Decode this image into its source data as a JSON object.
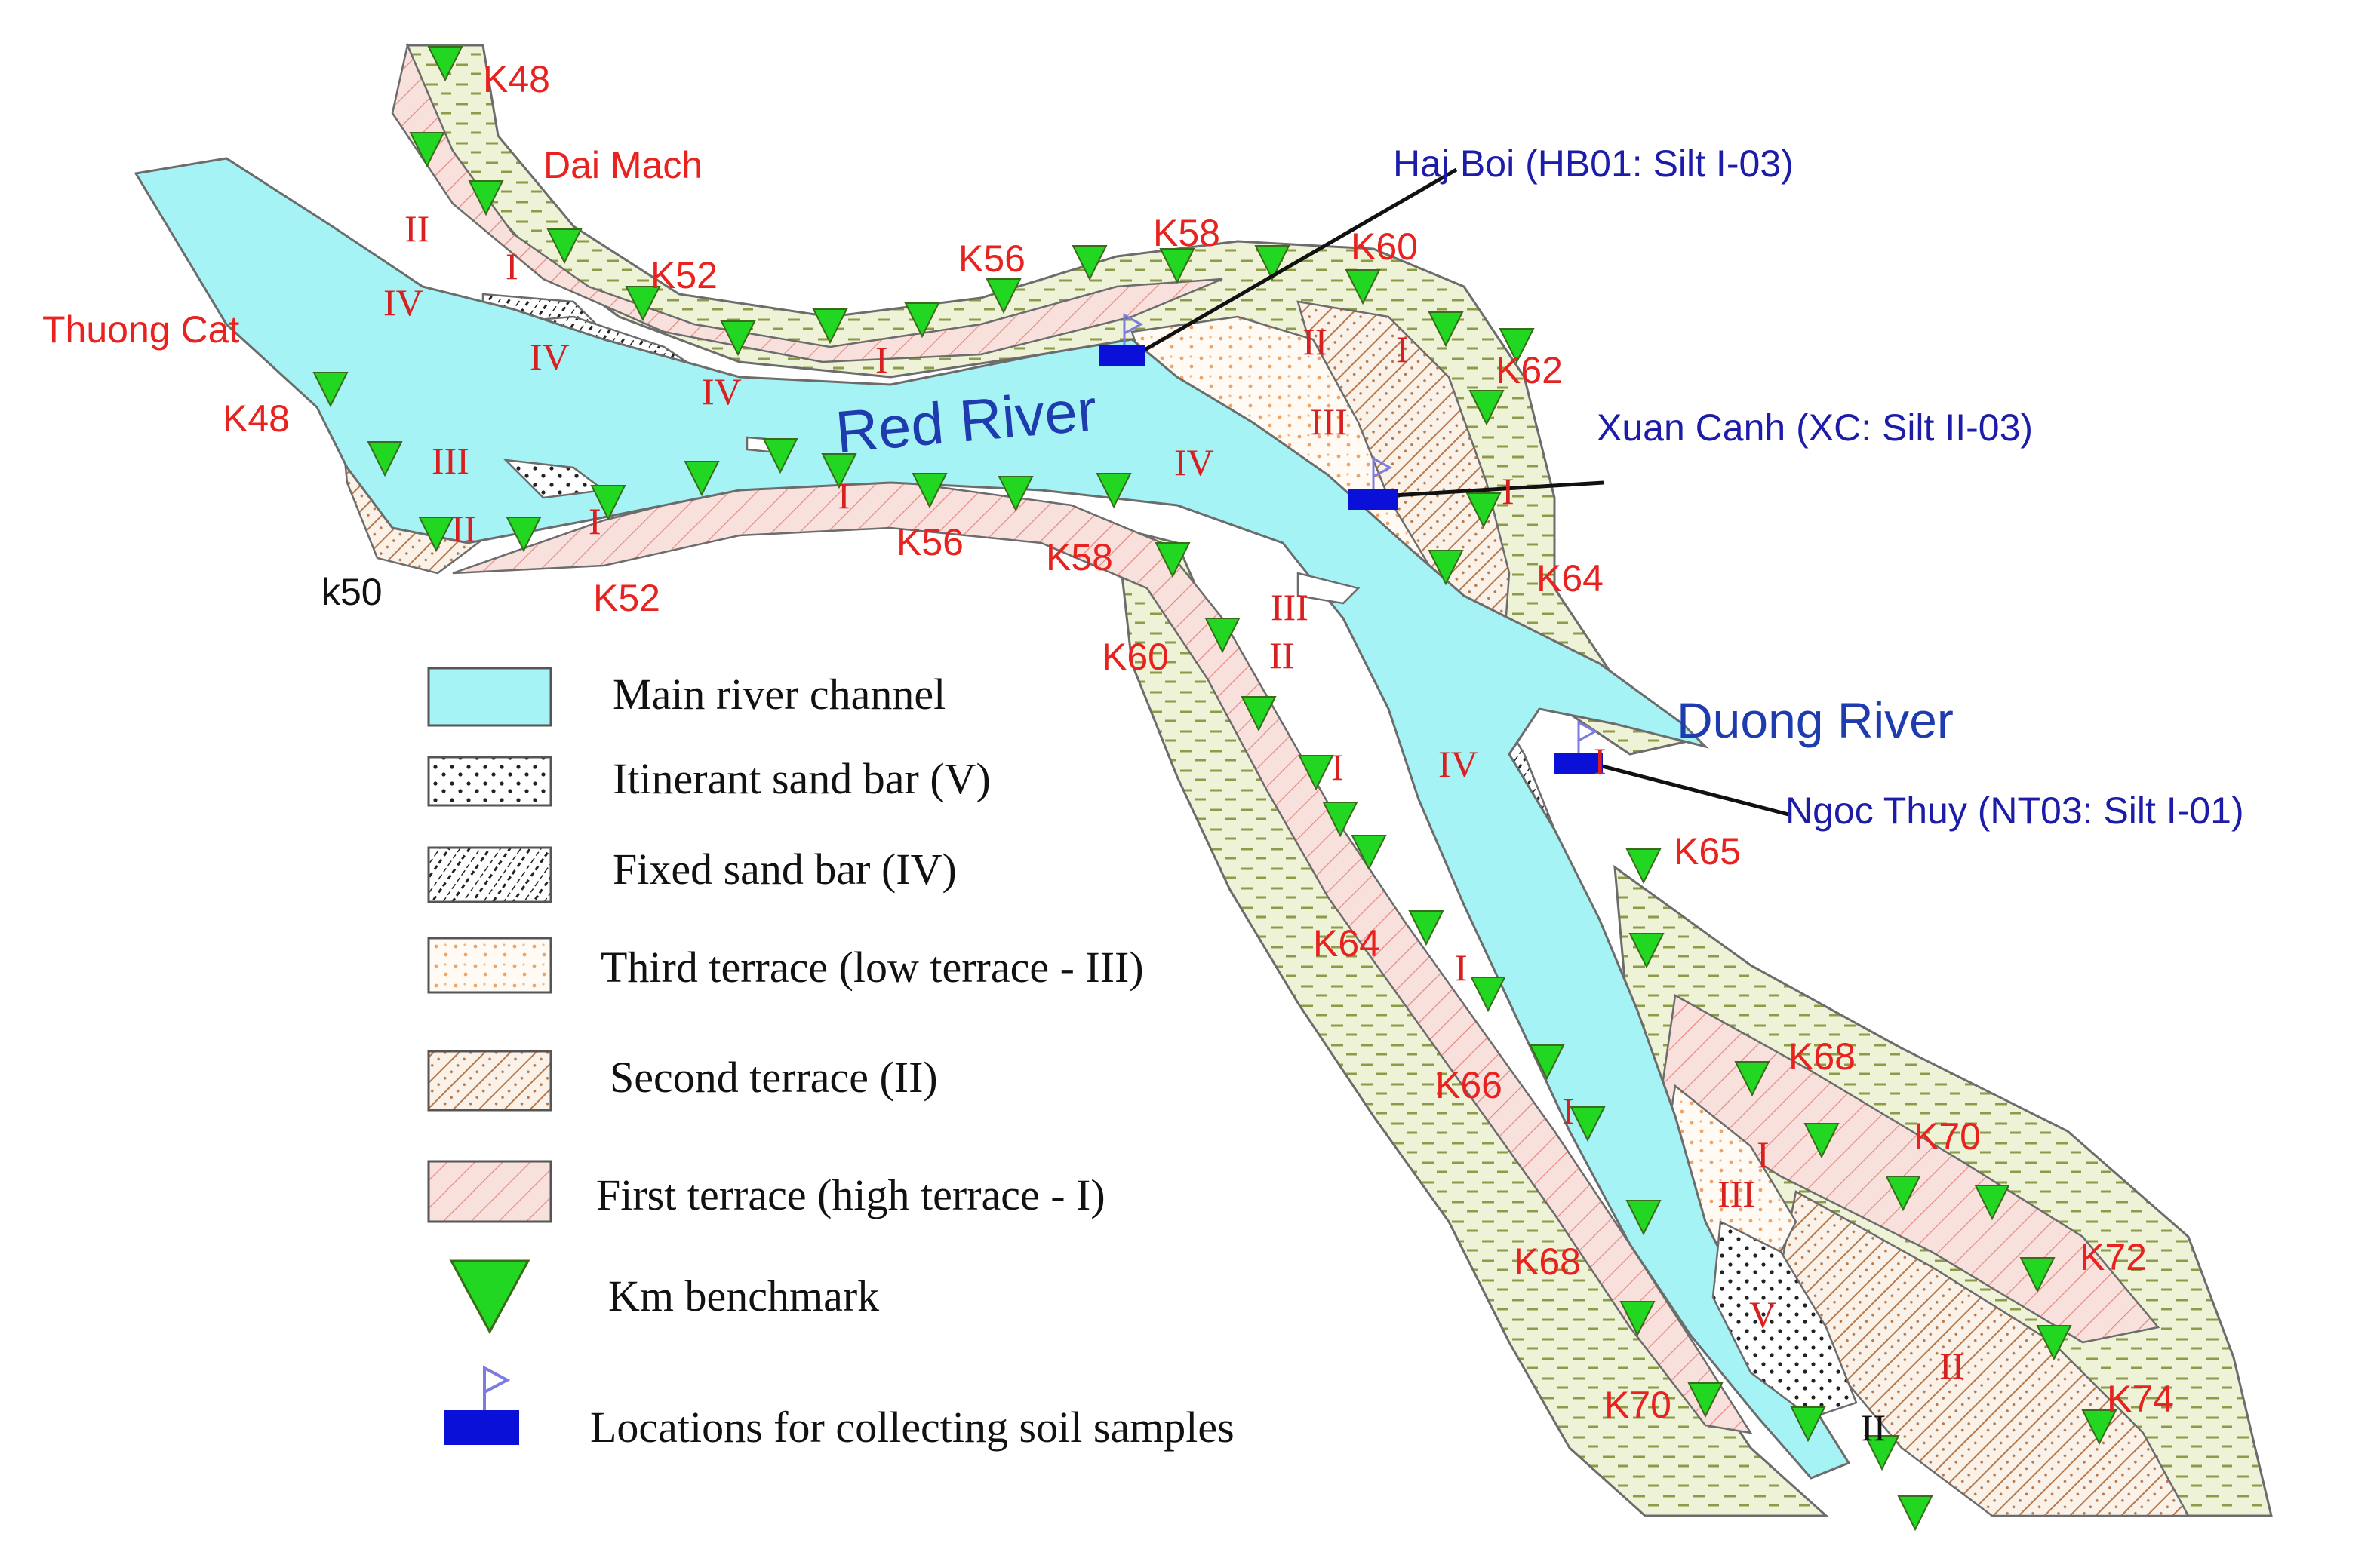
{
  "place_labels": [
    {
      "id": "k48-top",
      "text": "K48"
    },
    {
      "id": "dai-mach",
      "text": "Dai Mach"
    },
    {
      "id": "thuong-cat",
      "text": "Thuong Cat"
    },
    {
      "id": "k48-left",
      "text": "K48"
    },
    {
      "id": "k52-north",
      "text": "K52"
    },
    {
      "id": "k56-north",
      "text": "K56"
    },
    {
      "id": "k58-north",
      "text": "K58"
    },
    {
      "id": "k60-north",
      "text": "K60"
    },
    {
      "id": "k62",
      "text": "K62"
    },
    {
      "id": "k64-east",
      "text": "K64"
    },
    {
      "id": "k50",
      "text": "k50"
    },
    {
      "id": "k52-south",
      "text": "K52"
    },
    {
      "id": "k56-south",
      "text": "K56"
    },
    {
      "id": "k58-south",
      "text": "K58"
    },
    {
      "id": "k60-south",
      "text": "K60"
    },
    {
      "id": "k65",
      "text": "K65"
    },
    {
      "id": "k64-west",
      "text": "K64"
    },
    {
      "id": "k66",
      "text": "K66"
    },
    {
      "id": "k68-east",
      "text": "K68"
    },
    {
      "id": "k70-east",
      "text": "K70"
    },
    {
      "id": "k72",
      "text": "K72"
    },
    {
      "id": "k68-west",
      "text": "K68"
    },
    {
      "id": "k70-west",
      "text": "K70"
    },
    {
      "id": "k74",
      "text": "K74"
    }
  ],
  "rivers": {
    "red": "Red River",
    "duong": "Duong River"
  },
  "sample_sites": [
    {
      "id": "hai-boi",
      "label": "Haj Boi (HB01: Silt I-03)"
    },
    {
      "id": "xuan-canh",
      "label": "Xuan Canh (XC: Silt II-03)"
    },
    {
      "id": "ngoc-thuy",
      "label": "Ngoc Thuy (NT03: Silt I-01)"
    }
  ],
  "zone_labels": {
    "i": "I",
    "ii": "II",
    "iii": "III",
    "iv": "IV",
    "v": "V"
  },
  "legend": [
    {
      "id": "main-channel",
      "label": "Main river channel"
    },
    {
      "id": "itinerant-bar",
      "label": "Itinerant sand bar (V)"
    },
    {
      "id": "fixed-bar",
      "label": "Fixed sand bar (IV)"
    },
    {
      "id": "third-terrace",
      "label": "Third terrace (low terrace - III)"
    },
    {
      "id": "second-terrace",
      "label": "Second terrace (II)"
    },
    {
      "id": "first-terrace",
      "label": "First terrace (high terrace - I)"
    },
    {
      "id": "benchmark",
      "label": "Km benchmark"
    },
    {
      "id": "sample-location",
      "label": "Locations for collecting soil samples"
    }
  ],
  "colors": {
    "water": "#a5f3f5",
    "first_terrace": "#f6dcd8",
    "levee": "#e3ecc4",
    "benchmark": "#22d722",
    "sample": "#0b10d8",
    "label_red": "#e8231f",
    "label_blue": "#1c1ca8"
  }
}
